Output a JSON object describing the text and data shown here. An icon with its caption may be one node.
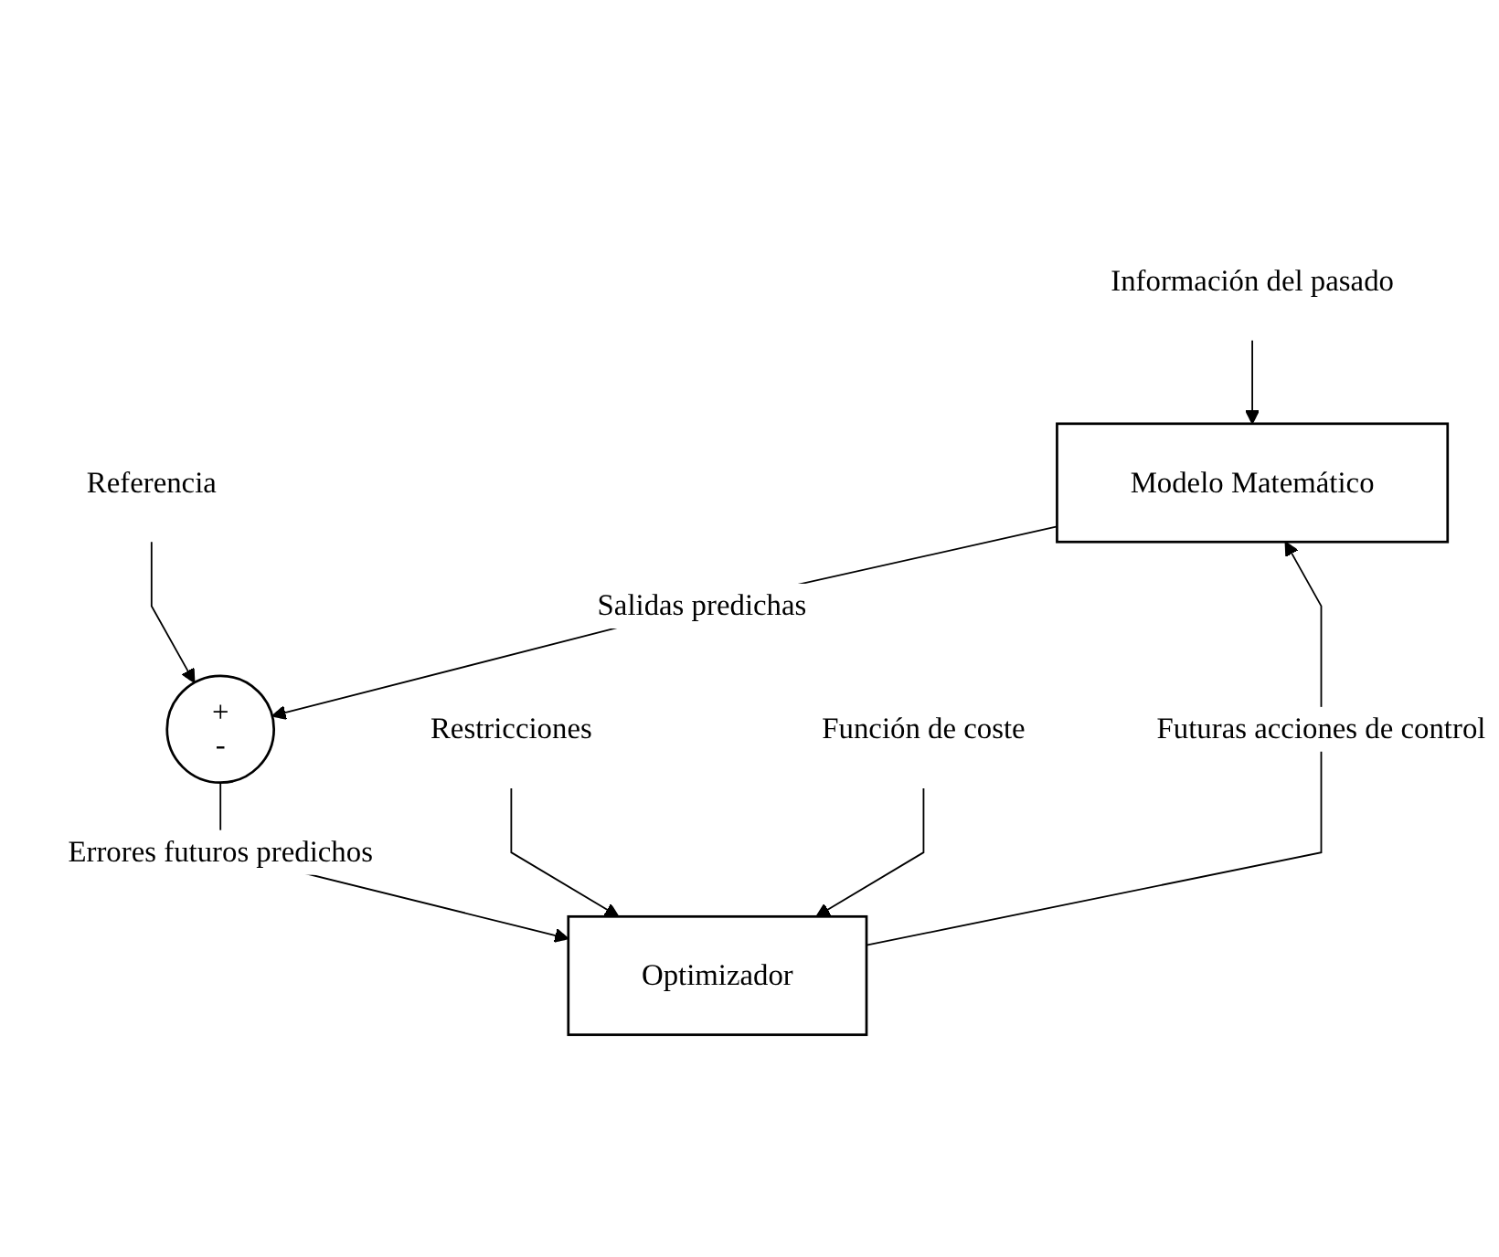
{
  "diagram": {
    "nodes": [
      {
        "text": [
          "Información del pasado"
        ]
      },
      {
        "text": [
          "Referencia"
        ]
      },
      {
        "text": [
          "Modelo Matemático"
        ]
      },
      {
        "text": [
          "+",
          "-"
        ]
      },
      {
        "text": [
          "Optimizador"
        ]
      },
      {
        "text": [
          "Restricciones"
        ]
      },
      {
        "text": [
          "Función de coste"
        ]
      }
    ],
    "edges": [
      {
        "from": 0,
        "to": 2,
        "arrow": "to"
      },
      {
        "from": 2,
        "to": 3,
        "arrow": "to",
        "label": "Salidas predichas"
      },
      {
        "from": 1,
        "to": 3,
        "arrow": "to"
      },
      {
        "from": 3,
        "to": 4,
        "arrow": "to",
        "label": "Errores futuros predichos"
      },
      {
        "from": 4,
        "to": 2,
        "arrow": "to",
        "label": "Futuras acciones de control"
      },
      {
        "from": 5,
        "to": 4,
        "arrow": "to"
      },
      {
        "from": 6,
        "to": 4,
        "arrow": "to"
      }
    ]
  }
}
